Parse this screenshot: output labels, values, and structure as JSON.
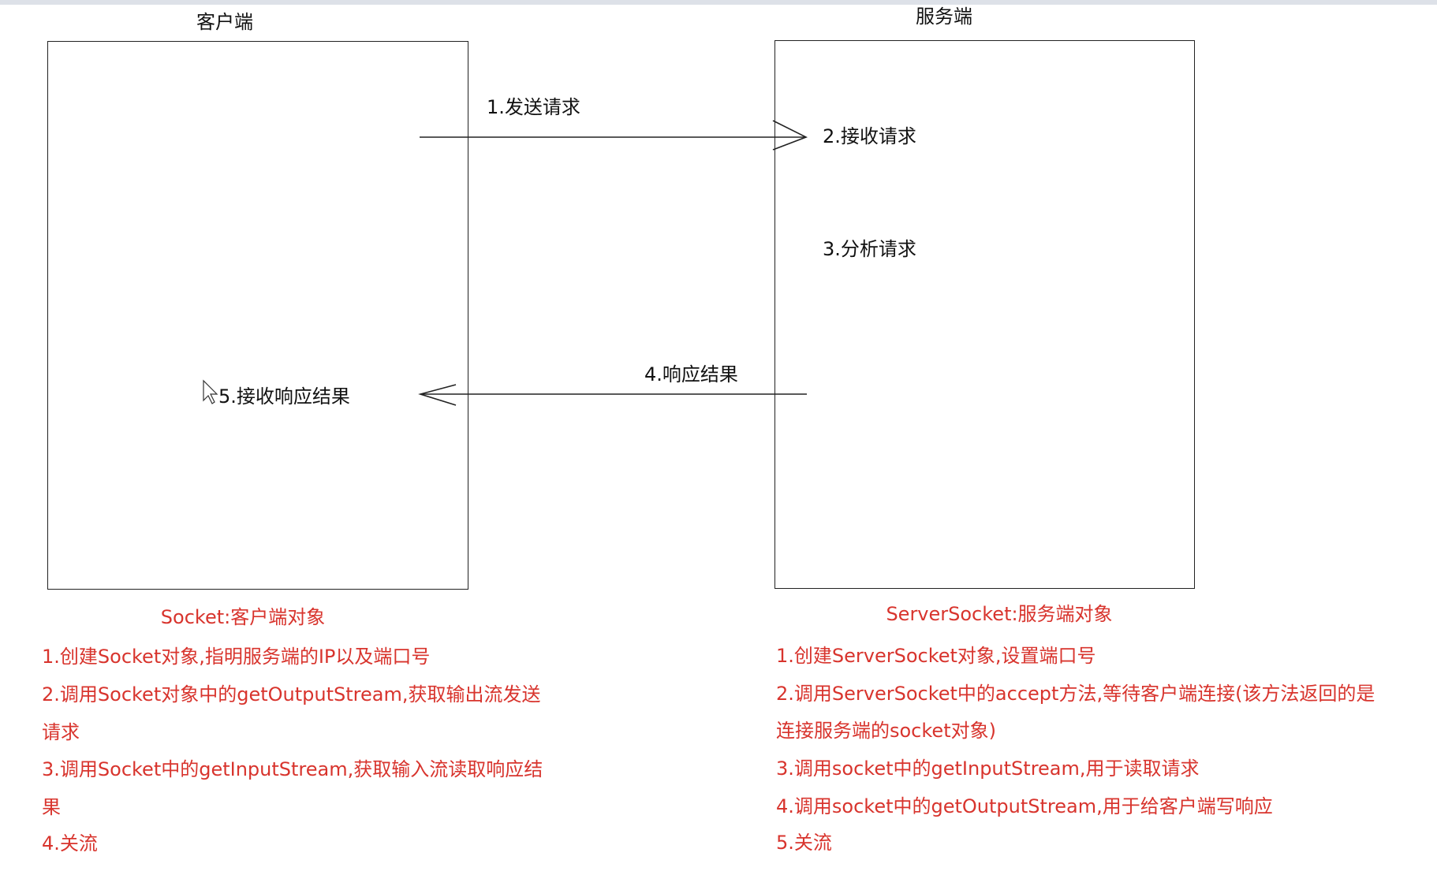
{
  "client": {
    "title": "客户端",
    "step5": "5.接收响应结果",
    "object_title": "Socket:客户端对象",
    "steps": [
      "1.创建Socket对象,指明服务端的IP以及端口号",
      "2.调用Socket对象中的getOutputStream,获取输出流发送",
      "请求",
      "3.调用Socket中的getInputStream,获取输入流读取响应结",
      "果",
      "4.关流"
    ]
  },
  "server": {
    "title": "服务端",
    "step2": "2.接收请求",
    "step3": "3.分析请求",
    "object_title": "ServerSocket:服务端对象",
    "steps": [
      "1.创建ServerSocket对象,设置端口号",
      "2.调用ServerSocket中的accept方法,等待客户端连接(该方法返回的是",
      "连接服务端的socket对象)",
      "3.调用socket中的getInputStream,用于读取请求",
      "4.调用socket中的getOutputStream,用于给客户端写响应",
      "5.关流"
    ]
  },
  "arrows": {
    "request_label": "1.发送请求",
    "response_label": "4.响应结果"
  },
  "colors": {
    "annotation": "#d8342d",
    "line": "#222222"
  }
}
